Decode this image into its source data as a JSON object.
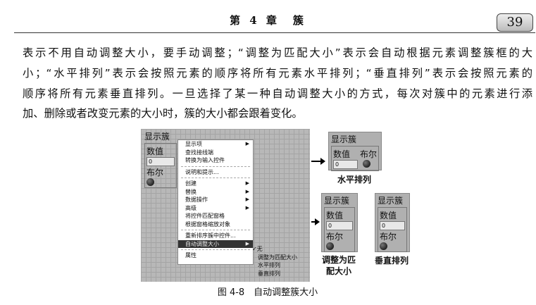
{
  "header": {
    "chapter": "第 4 章　簇",
    "page": "39"
  },
  "body": [
    "表示不用自动调整大小，要手动调整；“调整为匹配大小”表示会自动根据元素调整簇框的大",
    "小；“水平排列”表示会按照元素的顺序将所有元素水平排列；“垂直排列”表示会按照元素的",
    "顺序将所有元素垂直排列。一旦选择了某一种自动调整大小的方式，每次对簇中的元素进行添",
    "加、删除或者改变元素的大小时，簇的大小都会跟着变化。"
  ],
  "figure": {
    "cluster": {
      "title": "显示簇",
      "numeric": "数值",
      "numeric_value": "0",
      "boolean": "布尔"
    },
    "menu": [
      "显示项",
      "查找接线端",
      "转换为输入控件",
      "说明和提示...",
      "创建",
      "替换",
      "数据操作",
      "高级",
      "将控件匹配窗格",
      "根据窗格缩放对象",
      "重新排序簇中控件...",
      "自动调整大小",
      "属性"
    ],
    "submenu": [
      "✓无",
      "调整为匹配大小",
      "水平排列",
      "垂直排列"
    ],
    "labels": {
      "horizontal": "水平排列",
      "fit": "调整为匹配大小",
      "fit_line1": "调整为匹",
      "fit_line2": "配大小",
      "vertical": "垂直排列"
    },
    "caption": "图 4-8　自动调整簇大小"
  }
}
